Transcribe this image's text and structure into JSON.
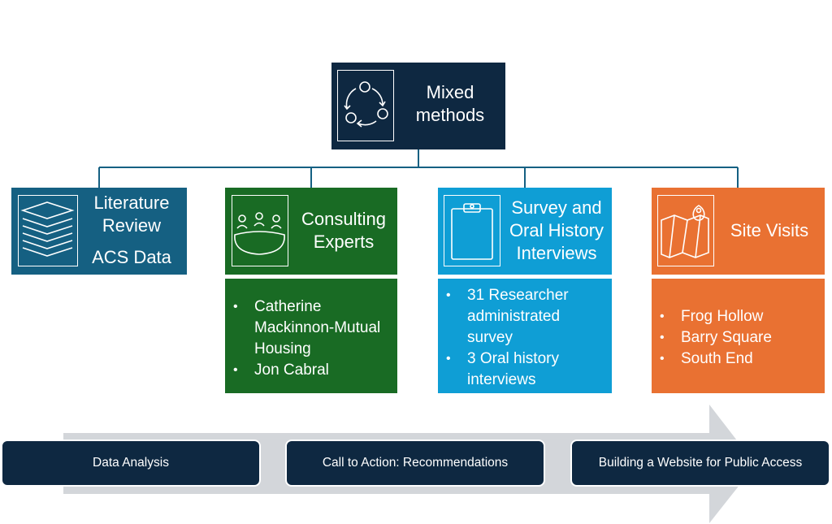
{
  "root": {
    "label_line1": "Mixed",
    "label_line2": "methods",
    "icon": "cycle-arrows-icon"
  },
  "branches": [
    {
      "label_lines": [
        "Literature",
        "Review"
      ],
      "extra": "ACS Data",
      "icon": "stacked-layers-icon",
      "color": "#156082",
      "items": []
    },
    {
      "label_lines": [
        "Consulting",
        "Experts"
      ],
      "icon": "meeting-table-icon",
      "color": "#196b24",
      "items": [
        "Catherine Mackinnon-Mutual Housing",
        "Jon Cabral"
      ]
    },
    {
      "label_lines": [
        "Survey and",
        "Oral History",
        "Interviews"
      ],
      "icon": "clipboard-icon",
      "color": "#0f9ed5",
      "items": [
        "31 Researcher administrated survey",
        "3 Oral history interviews"
      ]
    },
    {
      "label_lines": [
        "Site Visits"
      ],
      "icon": "map-pin-icon",
      "color": "#e97132",
      "items": [
        "Frog Hollow",
        "Barry Square",
        "South End"
      ]
    }
  ],
  "process_steps": [
    "Data Analysis",
    "Call to Action: Recommendations",
    "Building a Website for Public Access"
  ],
  "colors": {
    "navy": "#0e2841",
    "connector": "#156082",
    "arrow_gray": "#d3d6da"
  }
}
